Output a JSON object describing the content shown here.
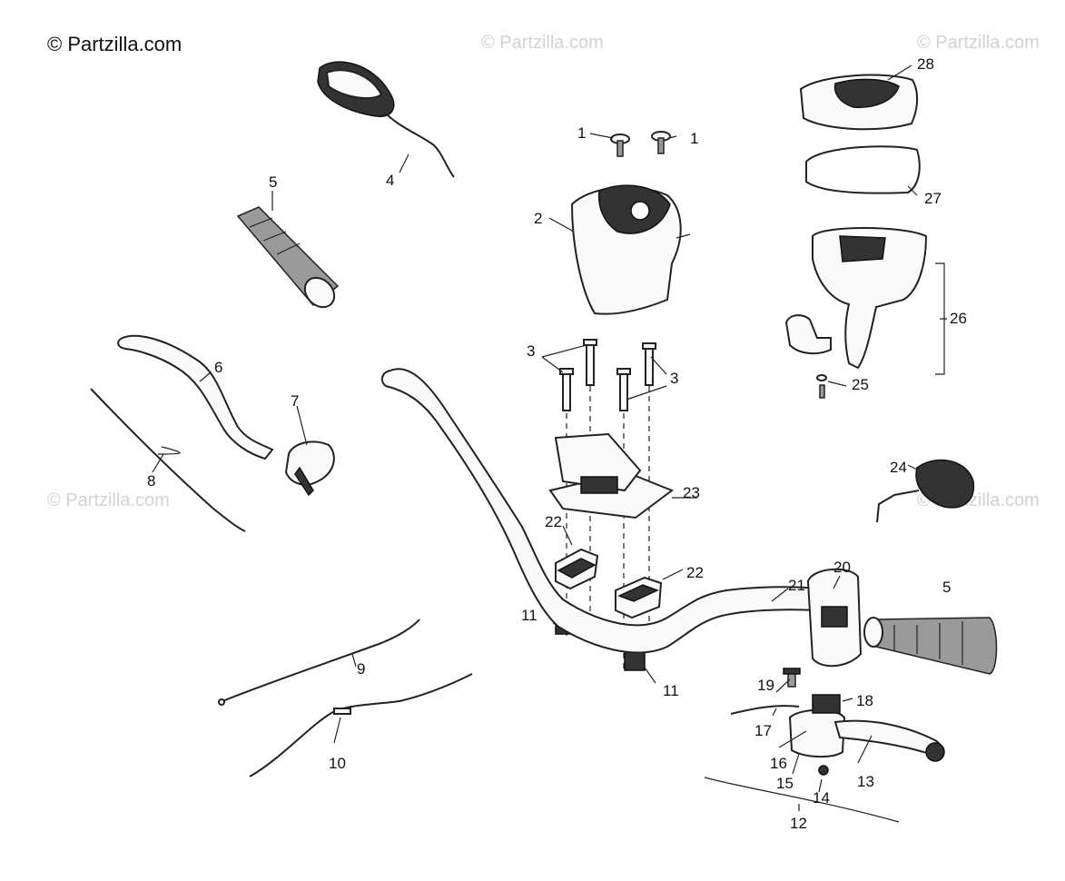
{
  "copyright": "© Partzilla.com",
  "watermarks": [
    "© Partzilla.com",
    "© Partzilla.com",
    "© Partzilla.com",
    "© Partzilla.com"
  ],
  "callouts": {
    "c1a": "1",
    "c1b": "1",
    "c2": "2",
    "c3a": "3",
    "c3b": "3",
    "c4": "4",
    "c5a": "5",
    "c5b": "5",
    "c6": "6",
    "c7": "7",
    "c8": "8",
    "c9": "9",
    "c10": "10",
    "c11a": "11",
    "c11b": "11",
    "c12": "12",
    "c13": "13",
    "c14": "14",
    "c15": "15",
    "c16": "16",
    "c17": "17",
    "c18": "18",
    "c19": "19",
    "c20": "20",
    "c21": "21",
    "c22a": "22",
    "c22b": "22",
    "c23": "23",
    "c24": "24",
    "c25": "25",
    "c26": "26",
    "c27": "27",
    "c28": "28"
  }
}
